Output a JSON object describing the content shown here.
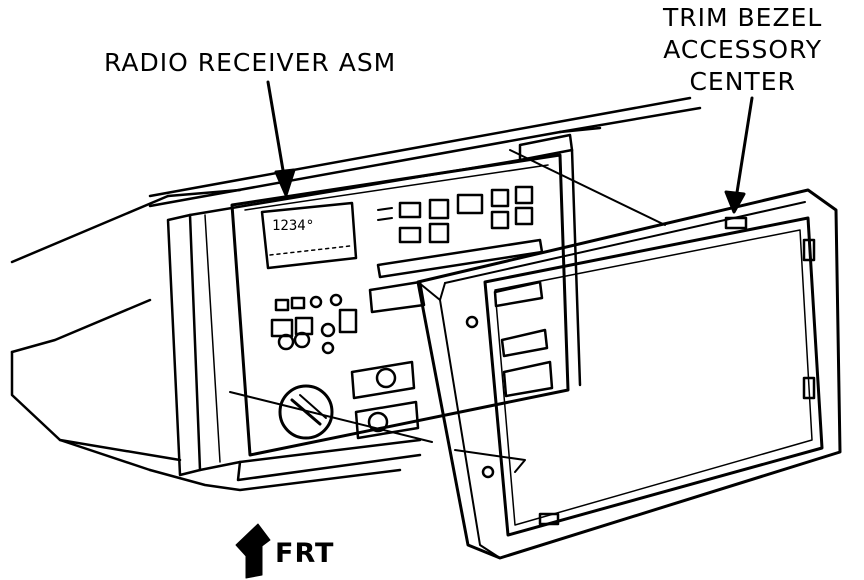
{
  "labels": {
    "radio_receiver": "RADIO RECEIVER ASM",
    "trim_bezel_line1": "TRIM BEZEL",
    "trim_bezel_line2": "ACCESSORY",
    "trim_bezel_line3": "CENTER",
    "front": "FRT",
    "display_readout": "1234°"
  },
  "icons": {
    "front_arrow": "front-direction-arrow-icon"
  },
  "colors": {
    "ink": "#000000",
    "paper": "#ffffff"
  }
}
